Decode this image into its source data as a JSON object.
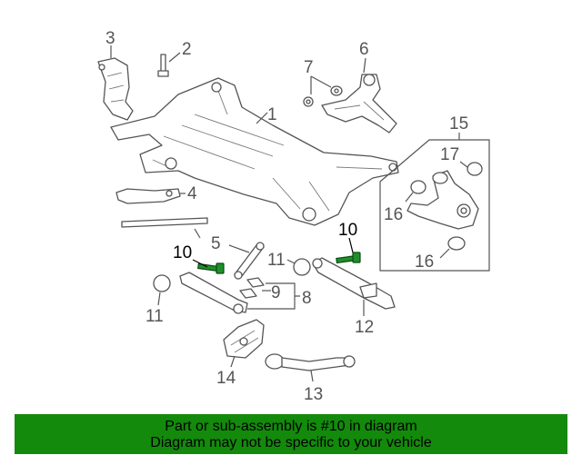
{
  "callouts": {
    "c1": "1",
    "c2": "2",
    "c3": "3",
    "c4": "4",
    "c5": "5",
    "c6": "6",
    "c7": "7",
    "c8": "8",
    "c9": "9",
    "c10a": "10",
    "c10b": "10",
    "c11a": "11",
    "c11b": "11",
    "c12": "12",
    "c13": "13",
    "c14": "14",
    "c15": "15",
    "c16a": "16",
    "c16b": "16",
    "c17": "17"
  },
  "banner": {
    "line1": "Part or sub-assembly is #10 in diagram",
    "line2": "Diagram may not be specific to your vehicle"
  },
  "colors": {
    "highlight": "#1f8f2a",
    "banner_bg": "#138a0c",
    "line_art": "#555555"
  }
}
